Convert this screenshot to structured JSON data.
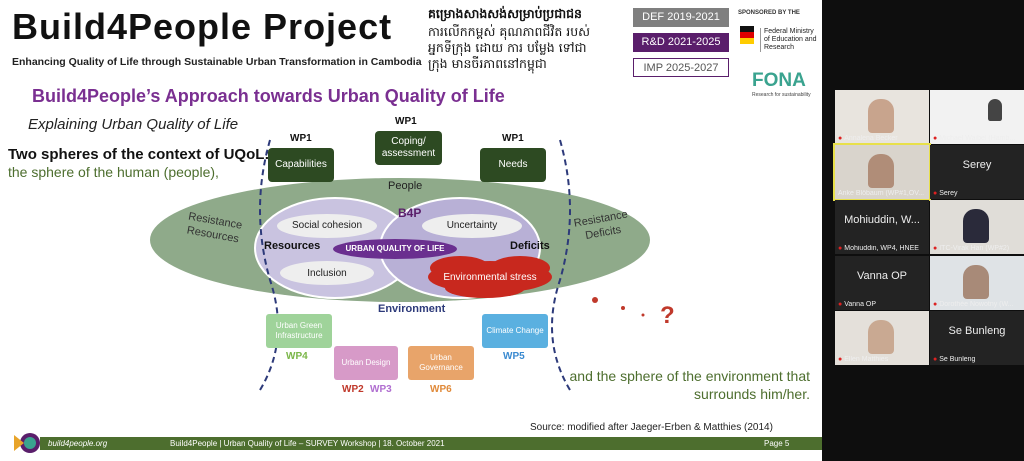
{
  "header": {
    "title": "Build4People Project",
    "subtitle": "Enhancing Quality of Life through Sustainable Urban Transformation in Cambodia",
    "khmer_line1": "គម្រោងសាងសង់សម្រាប់ប្រជាជន",
    "khmer_line2": "ការលើកកម្ពស់ គុណភាពជីវិត របស់",
    "khmer_line3": "អ្នកទីក្រុង ដោយ ការ បម្លែង ទៅជា",
    "khmer_line4": "ក្រុង មានចីរភាពនៅកម្ពុជា",
    "phases": [
      "DEF 2019-2021",
      "R&D 2021-2025",
      "IMP 2025-2027"
    ],
    "sponsor_label": "SPONSORED BY THE",
    "ministry": "Federal Ministry of Education and Research",
    "fona": "FONA",
    "fona_sub": "Research for sustainability"
  },
  "slide": {
    "heading": "Build4People’s Approach towards Urban Quality of Life",
    "subheading": "Explaining Urban Quality of Life",
    "two_spheres": "Two spheres of the context of UQoL:",
    "human_sphere": "the sphere of the human (people),",
    "env_sphere": "and the sphere of the environment that surrounds him/her.",
    "source": "Source: modified after Jaeger-Erben & Matthies (2014)"
  },
  "diagram": {
    "wp1": "WP1",
    "capabilities": "Capabilities",
    "coping": "Coping/ assessment",
    "needs": "Needs",
    "people": "People",
    "resistance_resources": "Resistance Resources",
    "resistance_deficits": "Resistance Deficits",
    "b4p": "B4P",
    "social_cohesion": "Social cohesion",
    "uncertainty": "Uncertainty",
    "resources": "Resources",
    "deficits": "Deficits",
    "uqol": "URBAN QUALITY OF LIFE",
    "inclusion": "Inclusion",
    "env_stress": "Environmental stress",
    "environment": "Environment",
    "question": "? ",
    "urban_green": "Urban Green Infrastructure",
    "wp4": "WP4",
    "urban_design": "Urban Design",
    "wp2": "WP2",
    "wp3": "WP3",
    "urban_gov": "Urban Governance",
    "wp6": "WP6",
    "climate": "Climate Change",
    "wp5": "WP5"
  },
  "footer": {
    "url": "build4people.org",
    "text": "Build4People | Urban Quality of Life – SURVEY Workshop | 18. October 2021",
    "page": "Page 5"
  },
  "participants": [
    {
      "name": "Annalena Becker",
      "video": true
    },
    {
      "name": "Michael Waibel (Hamb...",
      "video": true
    },
    {
      "name": "Anke Blöbaum (WP#1,OV...",
      "video": true
    },
    {
      "name": "Serey",
      "video": false
    },
    {
      "name": "Mohiuddin, WP4, HNEE",
      "video": false,
      "display": "Mohiuddin, W..."
    },
    {
      "name": "ITC-Virak Han (WP#2)",
      "video": true
    },
    {
      "name": "Vanna OP",
      "video": false,
      "display": "Vanna OP"
    },
    {
      "name": "Dorothée Nowotny (W...",
      "video": true
    },
    {
      "name": "Ellen Matthies",
      "video": true
    },
    {
      "name": "Se Bunleng",
      "video": false,
      "display": "Se Bunleng"
    }
  ],
  "colors": {
    "purple": "#7a2f91",
    "dark_green": "#2d4a22",
    "sage": "#8faa8a",
    "red": "#c0392b"
  }
}
